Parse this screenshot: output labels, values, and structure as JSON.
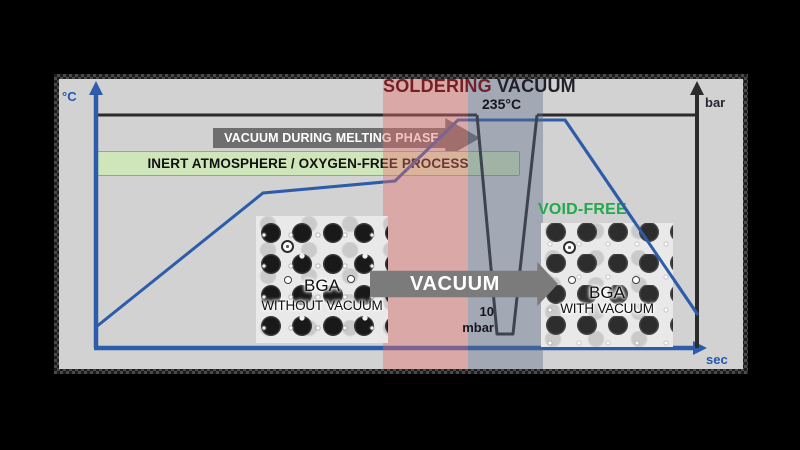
{
  "title": {
    "soldering": "SOLDERING",
    "vacuum": " VACUUM"
  },
  "axes": {
    "left": "°C",
    "right": "bar",
    "bottom": "sec"
  },
  "labels": {
    "peak_temp": "235°C",
    "pressure_value": "10",
    "pressure_unit": "mbar",
    "void_free": "VOID-FREE",
    "vacuum_arrow": "VACUUM"
  },
  "banners": {
    "melting": "VACUUM DURING MELTING PHASE",
    "inert": "INERT ATMOSPHERE / OXYGEN-FREE PROCESS"
  },
  "images": {
    "left": {
      "chip": "BGA",
      "caption": "WITHOUT VACUUM"
    },
    "right": {
      "chip": "BGA",
      "caption": "WITH VACUUM"
    }
  },
  "colors": {
    "curve_blue": "#2d5caa",
    "pressure_black": "#2b2b2b",
    "soldering_band_pink": "#d9a0a0",
    "vacuum_band_slate": "#a2aab8",
    "inert_banner_green": "#cfe5ba",
    "void_free_green": "#22a94c",
    "title_red": "#741f27",
    "arrow_gray": "#6e6e6e",
    "slide_bg": "#d2d2d2"
  },
  "chart_data": {
    "type": "line",
    "title": "SOLDERING VACUUM",
    "xlabel": "sec",
    "ylabel_left": "°C",
    "ylabel_right": "bar",
    "series": [
      {
        "name": "temperature profile",
        "shape": "ramp up, knee, slow ramp, steep rise to plateau at 235°C during vacuum phase, then cool-down",
        "peak": "235°C"
      },
      {
        "name": "chamber pressure",
        "shape": "constant at ~1 bar, funnel-shaped dip to 10 mbar during melting phase, back to ~1 bar",
        "minimum": "10 mbar"
      }
    ],
    "annotations": [
      "VACUUM DURING MELTING PHASE",
      "INERT ATMOSPHERE / OXYGEN-FREE PROCESS",
      "VOID-FREE"
    ]
  }
}
